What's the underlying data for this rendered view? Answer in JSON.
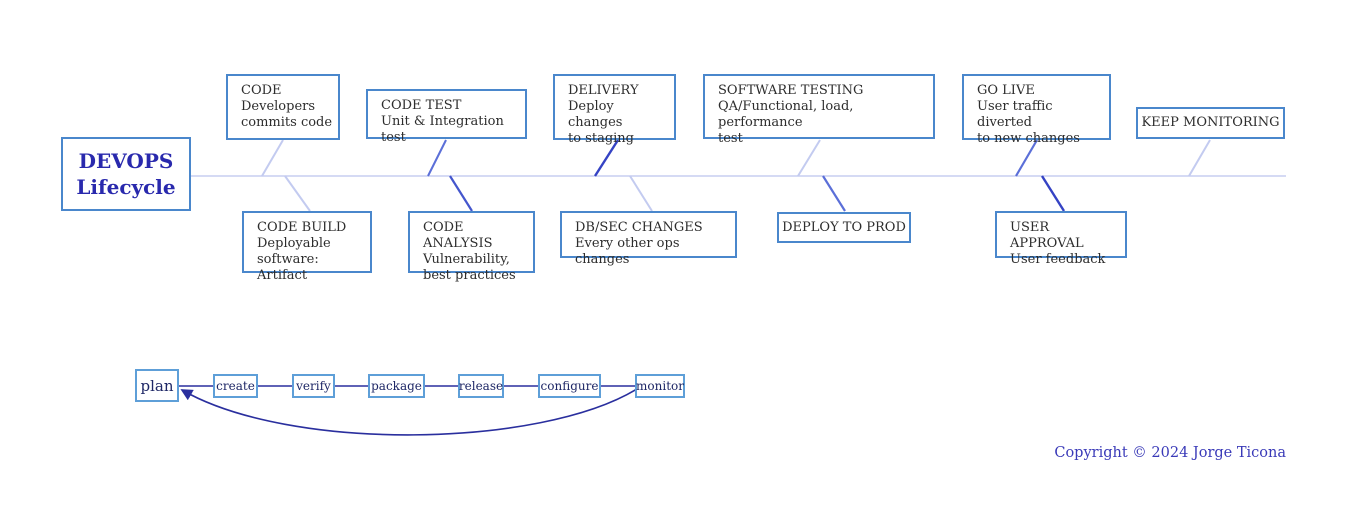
{
  "title": {
    "line1": "DEVOPS",
    "line2": "Lifecycle"
  },
  "top_boxes": [
    {
      "title": "CODE",
      "desc": "Developers\ncommits code"
    },
    {
      "title": "CODE TEST",
      "desc": "Unit & Integration test"
    },
    {
      "title": "DELIVERY",
      "desc": "Deploy changes\nto staging"
    },
    {
      "title": "SOFTWARE TESTING",
      "desc": "QA/Functional, load, performance\ntest"
    },
    {
      "title": "GO LIVE",
      "desc": "User traffic diverted\nto new changes"
    },
    {
      "title": "KEEP MONITORING",
      "desc": ""
    }
  ],
  "bottom_boxes": [
    {
      "title": "CODE BUILD",
      "desc": "Deployable\nsoftware: Artifact"
    },
    {
      "title": "CODE ANALYSIS",
      "desc": "Vulnerability,\nbest practices"
    },
    {
      "title": "DB/SEC CHANGES",
      "desc": "Every other ops changes"
    },
    {
      "title": "DEPLOY TO PROD",
      "desc": ""
    },
    {
      "title": "USER APPROVAL",
      "desc": "User feedback"
    }
  ],
  "flow": {
    "steps": [
      "plan",
      "create",
      "verify",
      "package",
      "release",
      "configure",
      "monitor"
    ]
  },
  "footer": {
    "copyright": "Copyright © 2024 Jorge Ticona"
  },
  "colors": {
    "box_border": "#4a87cc",
    "flow_box_border": "#5e9fd8",
    "spine_line": "#c7cdf0",
    "diagonal_light": "#c3cbf0",
    "diagonal_medium": "#5b6fd8",
    "diagonal_dark": "#3543c4",
    "flow_line": "#2a2f9e",
    "root_title_text": "#2929ad",
    "node_text": "#2d2d2d",
    "copyright_text": "#3a3ab8"
  }
}
